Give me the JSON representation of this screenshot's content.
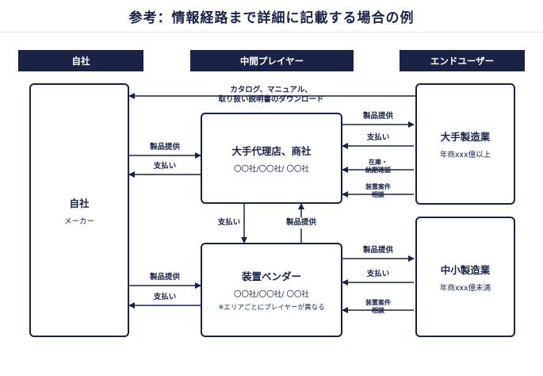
{
  "title": "参考：情報経路まで詳細に記載する場合の例",
  "headers": {
    "left": "自社",
    "middle": "中間プレイヤー",
    "right": "エンドユーザー"
  },
  "boxes": {
    "company": {
      "name": "自社",
      "sub": "メーカー"
    },
    "agency": {
      "name": "大手代理店、商社",
      "sub": "〇〇社/〇〇社/ 〇〇社"
    },
    "vendor": {
      "name": "装置ベンダー",
      "sub": "〇〇社/〇〇社/ 〇〇社",
      "note": "※エリアごとにプレイヤーが異なる"
    },
    "large": {
      "name": "大手製造業",
      "sub": "年商xxx億以上"
    },
    "small": {
      "name": "中小製造業",
      "sub": "年商xxx億未満"
    }
  },
  "labels": {
    "catalog_line1": "カタログ、マニュアル、",
    "catalog_line2": "取り扱い説明書のダウンロード",
    "supply_company_agency": "製品提供",
    "pay_agency_company": "支払い",
    "supply_agency_large": "製品提供",
    "pay_large_agency": "支払い",
    "inventory_line1": "在庫・",
    "inventory_line2": "納期確認",
    "consult_large_line1": "装置案件",
    "consult_large_line2": "相談",
    "pay_agency_vendor": "支払い",
    "supply_vendor_agency": "製品提供",
    "supply_company_vendor": "製品提供",
    "pay_vendor_company": "支払い",
    "supply_vendor_small": "製品提供",
    "pay_small_vendor": "支払い",
    "consult_small_line1": "装置案件",
    "consult_small_line2": "相談"
  },
  "colors": {
    "navy": "#1a2346"
  }
}
